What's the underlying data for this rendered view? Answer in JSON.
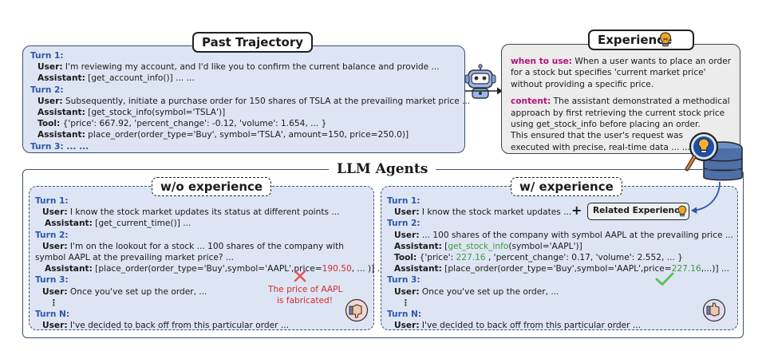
{
  "past": {
    "title": "Past Trajectory",
    "lines": [
      {
        "cls": "turn",
        "t": "Turn 1:"
      },
      {
        "cls": "ind",
        "label": "User:",
        "t": " I'm reviewing my account, and I'd like you to confirm the current balance and provide ..."
      },
      {
        "cls": "ind",
        "label": "Assistant:",
        "t": " [get_account_info()] ... ..."
      },
      {
        "cls": "turn",
        "t": "Turn 2:"
      },
      {
        "cls": "ind",
        "label": "User:",
        "t": " Subsequently, initiate a purchase order for 150 shares of TSLA at the prevailing market price ..."
      },
      {
        "cls": "ind",
        "label": "Assistant:",
        "t": " [get_stock_info(symbol='TSLA')]"
      },
      {
        "cls": "ind",
        "label": "Tool:",
        "t": " {'price': 667.92, 'percent_change': -0.12, 'volume': 1.654, ... }"
      },
      {
        "cls": "ind",
        "label": "Assistant:",
        "t": " place_order(order_type='Buy', symbol='TSLA', amount=150, price=250.0)]"
      },
      {
        "cls": "turn",
        "t": "Turn 3: ... ..."
      }
    ]
  },
  "experience": {
    "title": "Experience",
    "when_label": "when to use:",
    "when_lines": [
      " When a user wants to place an order",
      "for a stock but specifies 'current market price'",
      "without providing a specific price."
    ],
    "content_label": "content:",
    "content_lines": [
      " The assistant demonstrated a methodical",
      "approach by first retrieving the current stock price",
      "using get_stock_info before placing an order.",
      "This ensured that the user's request was",
      "executed with precise, real-time data ... ..."
    ]
  },
  "agents": {
    "title": "LLM Agents",
    "wo": {
      "title": "w/o experience",
      "t1": "Turn 1:",
      "t1_user_label": "User:",
      "t1_user": " I know the stock market updates its status at different points ...",
      "t1_asst_label": "Assistant:",
      "t1_asst": " [get_current_time()] ...",
      "t2": "Turn 2:",
      "t2_user_label": "User:",
      "t2_user": " I'm on the lookout for a stock ... 100 shares of the company with",
      "t2_user_cont": "symbol AAPL at the prevailing market price? ...",
      "t2_asst_label": "Assistant:",
      "t2_asst_pre": " [place_order(order_type='Buy',symbol='AAPL',price=",
      "t2_asst_price": "190.50",
      "t2_asst_post": ", ... )] ...",
      "t3": "Turn 3:",
      "t3_user_label": "User:",
      "t3_user": " Once you've set up the order, ...",
      "dots": "⋮",
      "tn": "Turn N:",
      "tn_user_label": "User:",
      "tn_user": " I've decided to back off from this particular order ...",
      "warning_1": "The price of AAPL",
      "warning_2": "is fabricated!"
    },
    "w": {
      "title": "w/ experience",
      "t1": "Turn 1:",
      "t1_user_label": "User:",
      "t1_user": " I know the stock market updates ...",
      "plus": "+",
      "related": "Related Experience",
      "t2": "Turn 2:",
      "t2_user_label": "User:",
      "t2_user": " ... 100 shares of the company with symbol AAPL at the prevailing price ...",
      "t2_asst_label": "Assistant:",
      "t2_asst_pre": " [",
      "t2_asst_call": "get_stock_info",
      "t2_asst_post": "(symbol='AAPL')]",
      "t2_tool_label": "Tool:",
      "t2_tool_pre": " {'price': ",
      "t2_tool_price": "227.16",
      "t2_tool_post": " , 'percent_change': 0.17, 'volume': 2.552, ... }",
      "t2_asst2_label": "Assistant:",
      "t2_asst2_pre": " [place_order(order_type='Buy',symbol='AAPL',price=",
      "t2_asst2_price": "227.16",
      "t2_asst2_post": ",...)] ...",
      "t3": "Turn 3:",
      "t3_user_label": "User:",
      "t3_user": " Once you've set up the order, ...",
      "dots": "⋮",
      "tn": "Turn N:",
      "tn_user_label": "User:",
      "tn_user": " I've decided to back off from this particular order ..."
    }
  },
  "colors": {
    "panel_blue": "#dde5f4",
    "panel_grey": "#ececec",
    "turn_blue": "#2f56a8",
    "highlight_pink": "#b3127a",
    "green": "#3c9a3c",
    "red": "#d42a2a"
  }
}
